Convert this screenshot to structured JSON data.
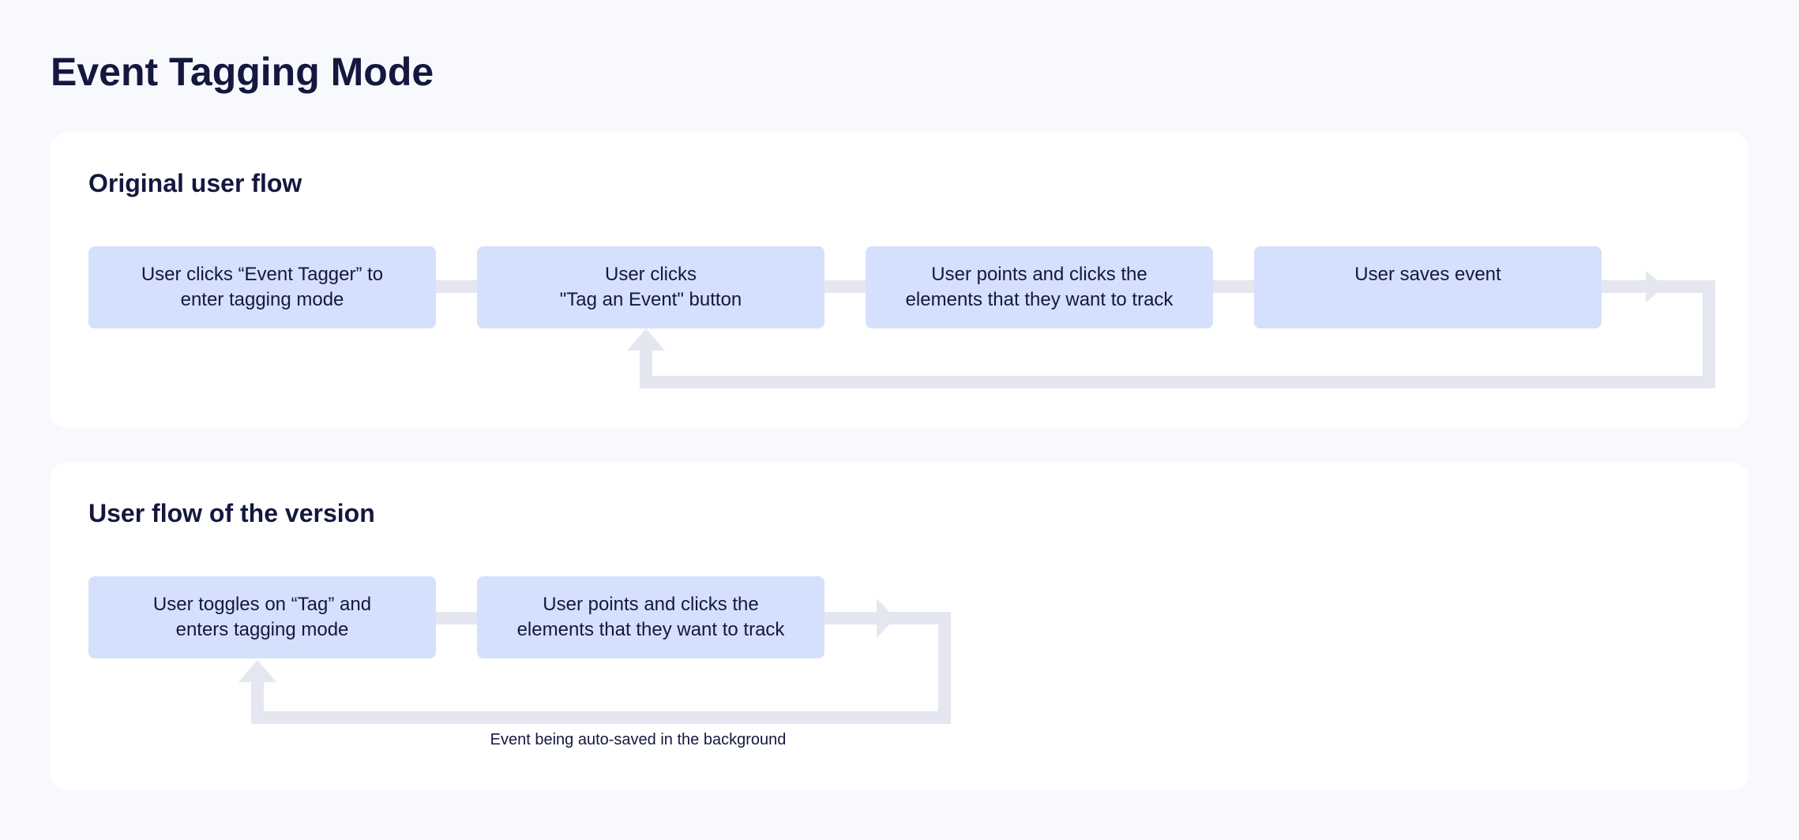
{
  "page": {
    "title": "Event Tagging Mode"
  },
  "original_flow": {
    "title": "Original user flow",
    "steps": [
      "User clicks “Event Tagger” to\nenter tagging mode",
      "User clicks\n\"Tag an Event\" button",
      "User points and clicks the\nelements that they want to track",
      "User saves event"
    ]
  },
  "version_flow": {
    "title": "User flow of the version",
    "steps": [
      "User toggles on “Tag” and\nenters tagging mode",
      "User points and clicks the\nelements that they want to track"
    ],
    "caption": "Event being auto-saved in the background"
  },
  "colors": {
    "step_fill": "#d5e0fc",
    "connector": "#e4e7f0",
    "text": "#14183f",
    "page_background": "#f8f9fd",
    "panel_background": "#ffffff"
  }
}
